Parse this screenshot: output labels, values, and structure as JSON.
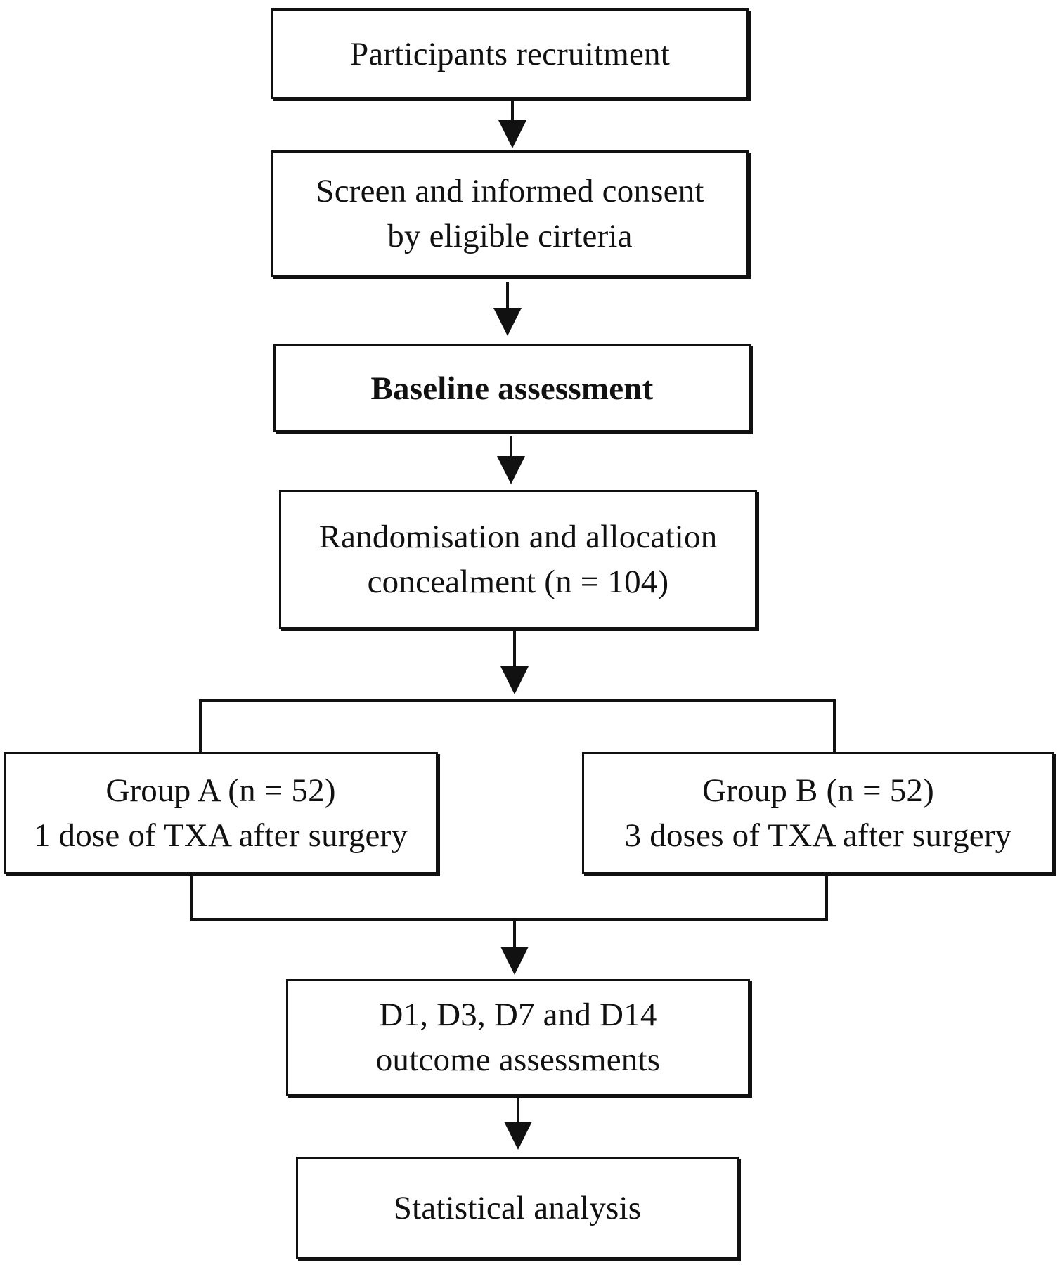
{
  "diagram": {
    "nodes": {
      "recruitment": {
        "lines": [
          "Participants recruitment"
        ]
      },
      "screen": {
        "lines": [
          "Screen and informed consent",
          "by eligible cirteria"
        ]
      },
      "baseline": {
        "lines": [
          "Baseline assessment"
        ]
      },
      "randomisation": {
        "lines": [
          "Randomisation and allocation",
          "concealment  (n = 104)"
        ]
      },
      "group_a": {
        "lines": [
          "Group A (n = 52)",
          "1 dose of TXA after surgery"
        ]
      },
      "group_b": {
        "lines": [
          "Group B (n = 52)",
          "3 doses of TXA after surgery"
        ]
      },
      "outcomes": {
        "lines": [
          "D1, D3, D7 and D14",
          "outcome assessments"
        ]
      },
      "analysis": {
        "lines": [
          "Statistical analysis"
        ]
      }
    },
    "colors": {
      "stroke": "#111111",
      "background": "#ffffff"
    }
  }
}
